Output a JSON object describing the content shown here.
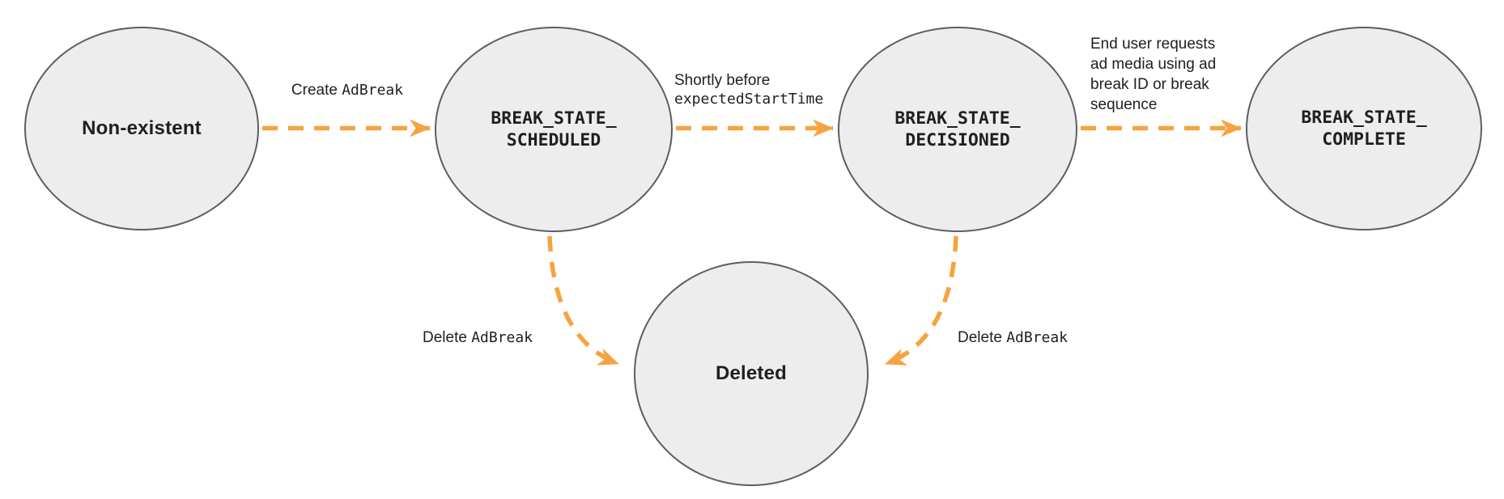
{
  "colors": {
    "arrow": "#F7A340",
    "node_fill": "#EDEDED",
    "node_border": "#5E5E60",
    "text": "#1F1F1F"
  },
  "nodes": [
    {
      "id": "non-existent",
      "label": "Non-existent"
    },
    {
      "id": "break-state-scheduled",
      "lines": [
        "BREAK_STATE_",
        "SCHEDULED"
      ]
    },
    {
      "id": "break-state-decisioned",
      "lines": [
        "BREAK_STATE_",
        "DECISIONED"
      ]
    },
    {
      "id": "break-state-complete",
      "lines": [
        "BREAK_STATE_",
        "COMPLETE"
      ]
    },
    {
      "id": "deleted",
      "label": "Deleted"
    }
  ],
  "transitions": [
    {
      "from": "non-existent",
      "to": "break-state-scheduled",
      "parts": [
        {
          "style": "plain",
          "text": "Create "
        },
        {
          "style": "code",
          "text": "AdBreak"
        }
      ]
    },
    {
      "from": "break-state-scheduled",
      "to": "break-state-decisioned",
      "parts": [
        {
          "style": "plain",
          "text": "Shortly before"
        },
        {
          "style": "code",
          "text": "expectedStartTime"
        }
      ]
    },
    {
      "from": "break-state-decisioned",
      "to": "break-state-complete",
      "parts": [
        {
          "style": "plain",
          "text": "End user requests"
        },
        {
          "style": "plain",
          "text": "ad media using ad"
        },
        {
          "style": "plain",
          "text": "break ID or break"
        },
        {
          "style": "plain",
          "text": "sequence"
        }
      ]
    },
    {
      "from": "break-state-scheduled",
      "to": "deleted",
      "parts": [
        {
          "style": "plain",
          "text": "Delete "
        },
        {
          "style": "code",
          "text": "AdBreak"
        }
      ]
    },
    {
      "from": "break-state-decisioned",
      "to": "deleted",
      "parts": [
        {
          "style": "plain",
          "text": "Delete "
        },
        {
          "style": "code",
          "text": "AdBreak"
        }
      ]
    }
  ]
}
